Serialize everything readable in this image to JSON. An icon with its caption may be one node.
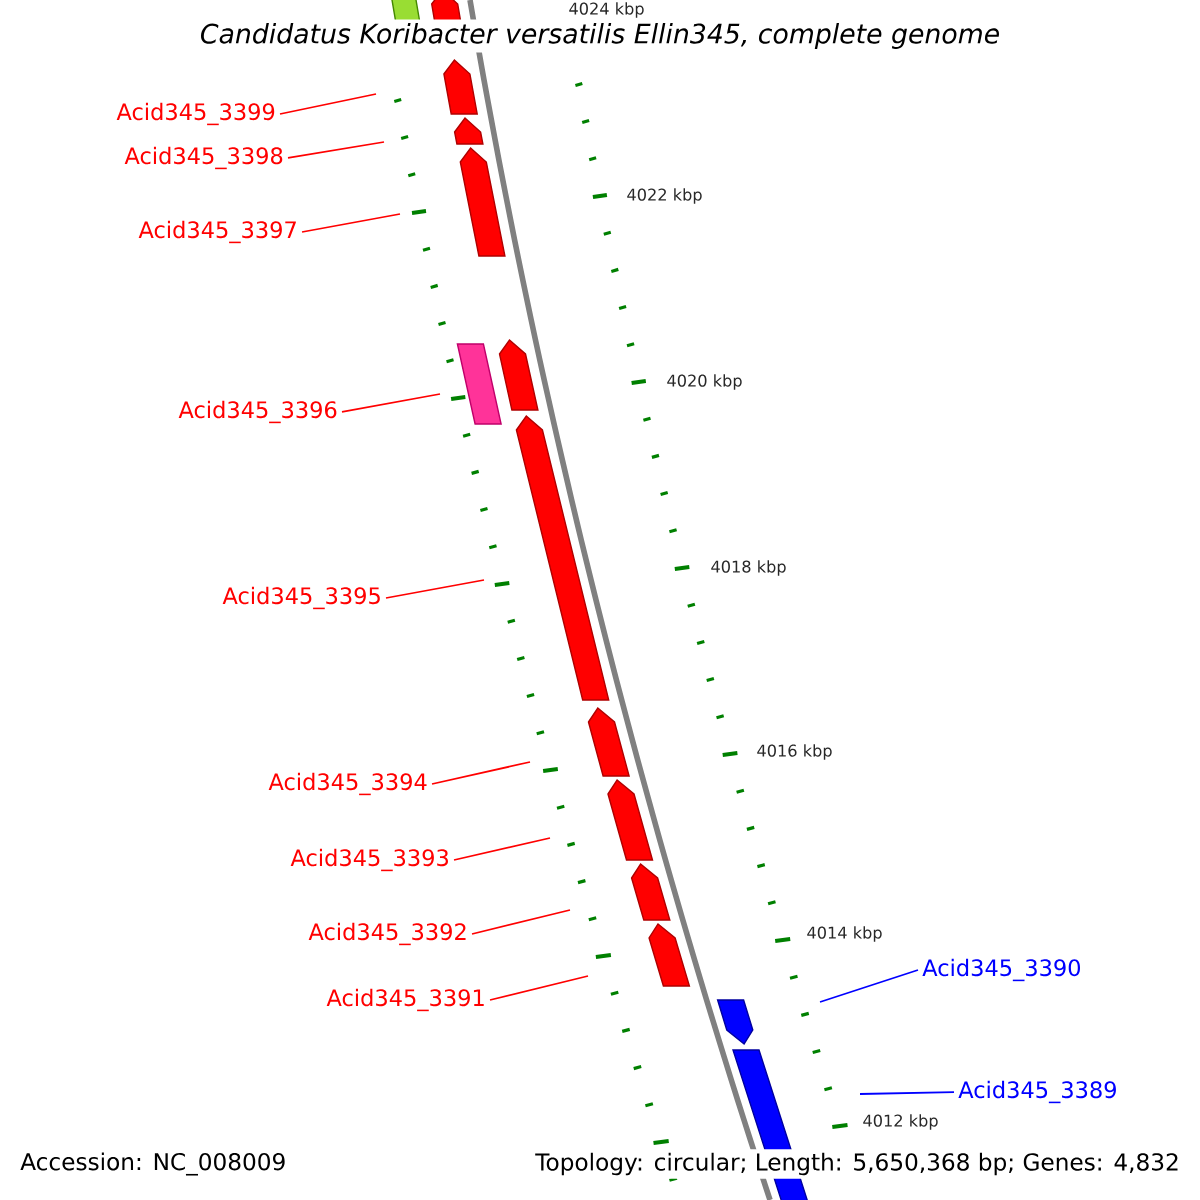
{
  "diagram": {
    "title": "*Candidatus Koribacter versatilis* Ellin345, complete genome",
    "nodes": [
      {
        "text": [
          "Acid345_3399"
        ]
      },
      {
        "text": [
          "Acid345_3398"
        ]
      },
      {
        "text": [
          "Acid345_3397"
        ]
      },
      {
        "text": [
          "Acid345_3396"
        ]
      },
      {
        "text": [
          "Acid345_3395"
        ]
      },
      {
        "text": [
          "Acid345_3394"
        ]
      },
      {
        "text": [
          "Acid345_3393"
        ]
      },
      {
        "text": [
          "Acid345_3392"
        ]
      },
      {
        "text": [
          "Acid345_3391"
        ]
      },
      {
        "text": [
          "Acid345_3390"
        ]
      },
      {
        "text": [
          "Acid345_3389"
        ]
      }
    ],
    "edges": [
      {
        "from": 0,
        "to": null,
        "arrow": "none"
      },
      {
        "from": 1,
        "to": null,
        "arrow": "none"
      },
      {
        "from": 2,
        "to": null,
        "arrow": "none"
      },
      {
        "from": 3,
        "to": null,
        "arrow": "none"
      },
      {
        "from": 4,
        "to": null,
        "arrow": "none"
      },
      {
        "from": 5,
        "to": null,
        "arrow": "none"
      },
      {
        "from": 6,
        "to": null,
        "arrow": "none"
      },
      {
        "from": 7,
        "to": null,
        "arrow": "none"
      },
      {
        "from": 8,
        "to": null,
        "arrow": "none"
      },
      {
        "from": 9,
        "to": null,
        "arrow": "none",
        "color": "#0000ff"
      },
      {
        "from": 10,
        "to": null,
        "arrow": "none",
        "color": "#0000ff"
      }
    ],
    "labels": [
      "4024 kbp",
      "4022 kbp",
      "4020 kbp",
      "4018 kbp",
      "4016 kbp",
      "4014 kbp",
      "4012 kbp",
      "Accession: NC_008009",
      "Topology: circular; Length: 5,650,368 bp; Genes: 4,832"
    ]
  }
}
